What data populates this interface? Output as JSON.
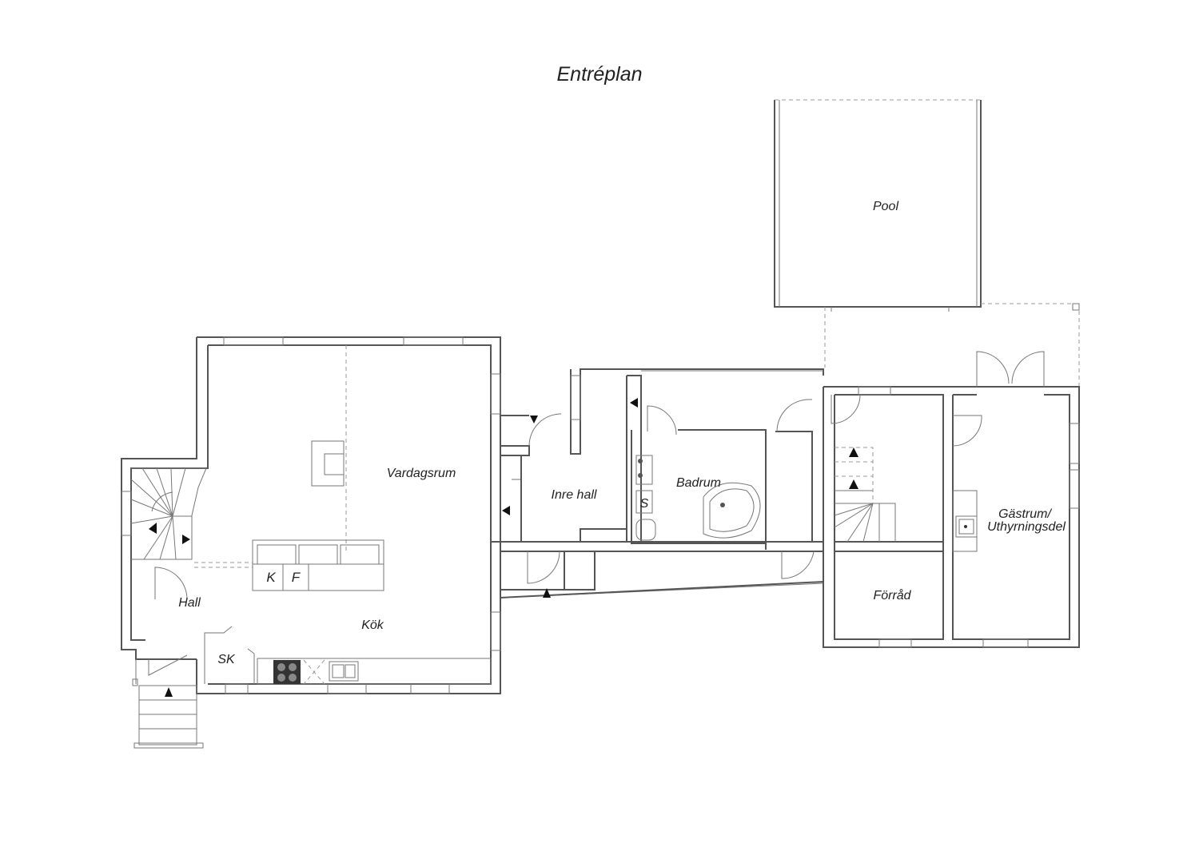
{
  "title": "Entréplan",
  "rooms": {
    "pool": "Pool",
    "vardagsrum": "Vardagsrum",
    "inre_hall": "Inre hall",
    "badrum": "Badrum",
    "gastrum_line1": "Gästrum/",
    "gastrum_line2": "Uthyrningsdel",
    "hall": "Hall",
    "kok": "Kök",
    "forrad": "Förråd",
    "sk": "SK"
  },
  "fixtures": {
    "k": "K",
    "f": "F",
    "s": "S"
  }
}
